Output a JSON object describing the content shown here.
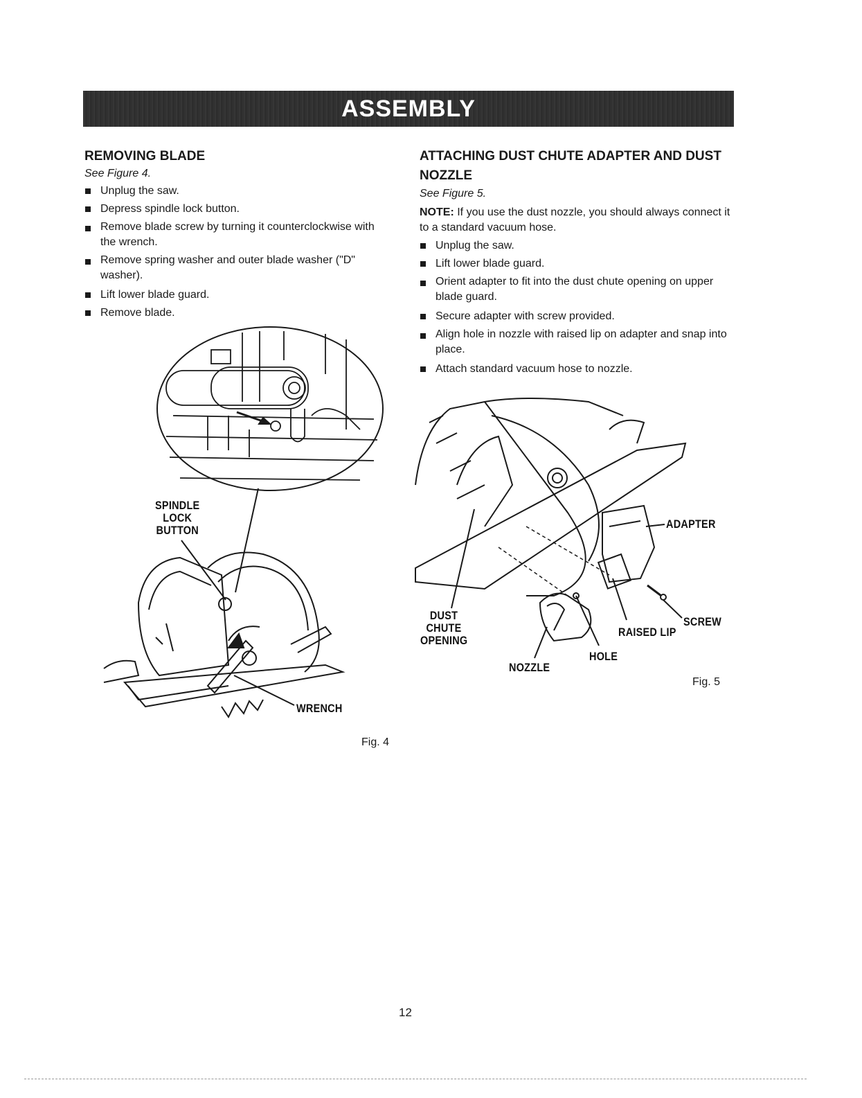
{
  "header": {
    "title": "ASSEMBLY"
  },
  "removing_blade": {
    "heading": "REMOVING BLADE",
    "see": "See Figure 4.",
    "steps": [
      "Unplug the saw.",
      "Depress spindle lock button.",
      "Remove blade screw by turning it counterclockwise with the wrench.",
      "Remove spring washer and outer blade washer (\"D\" washer).",
      "Lift lower blade guard.",
      "Remove blade."
    ]
  },
  "attaching": {
    "heading": "ATTACHING DUST CHUTE ADAPTER AND DUST NOZZLE",
    "see": "See Figure 5.",
    "note_label": "NOTE:",
    "note_text": "If you use the dust nozzle, you should always connect it to a standard vacuum hose.",
    "steps": [
      "Unplug the saw.",
      "Lift lower blade guard.",
      "Orient adapter to fit into the dust chute opening on upper blade guard.",
      "Secure adapter with screw provided.",
      "Align hole in nozzle with raised lip on adapter and snap into place.",
      "Attach standard vacuum hose to nozzle."
    ]
  },
  "fig4": {
    "caption": "Fig. 4",
    "callouts": {
      "spindle_lock_button": "SPINDLE\nLOCK\nBUTTON",
      "wrench": "WRENCH"
    }
  },
  "fig5": {
    "caption": "Fig. 5",
    "callouts": {
      "adapter": "ADAPTER",
      "dust_chute_opening": "DUST\nCHUTE\nOPENING",
      "screw": "SCREW",
      "raised_lip": "RAISED LIP",
      "hole": "HOLE",
      "nozzle": "NOZZLE"
    }
  },
  "footer": {
    "page_number": "12"
  }
}
